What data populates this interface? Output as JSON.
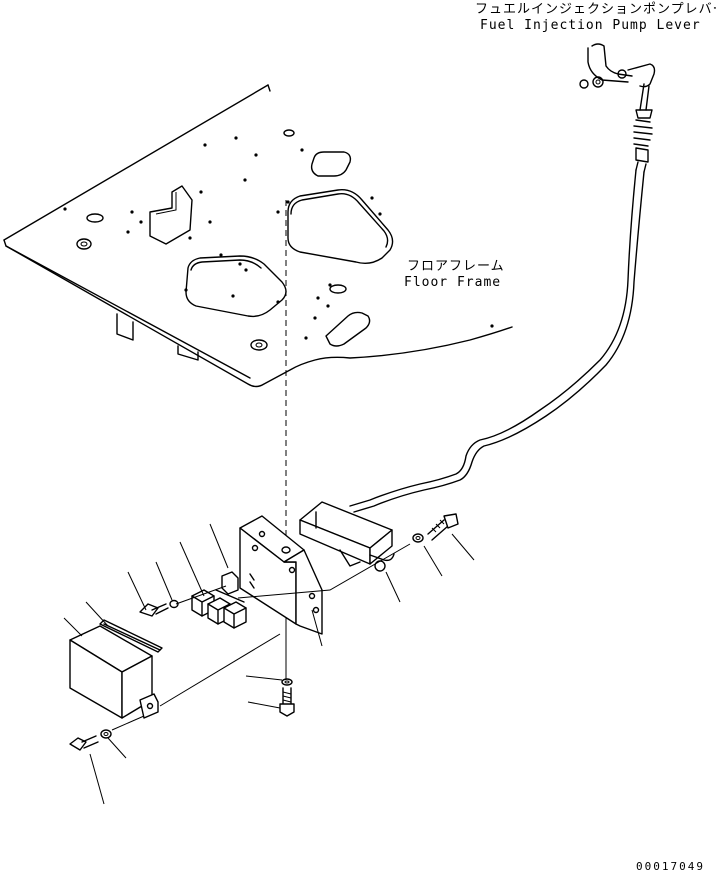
{
  "labels": {
    "lever_jp": "フュエルインジェクションポンプレバー",
    "lever_en": "Fuel Injection Pump Lever",
    "floor_jp": "フロアフレーム",
    "floor_en": "Floor Frame",
    "drawing_number": "00017049"
  }
}
